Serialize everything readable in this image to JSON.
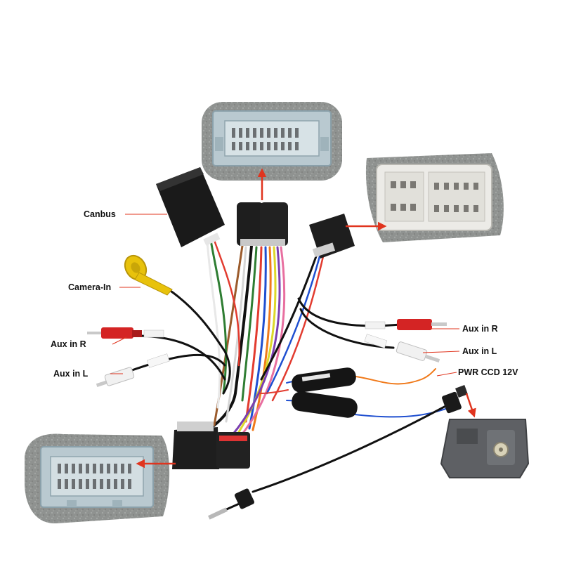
{
  "labels": {
    "canbus": "Canbus",
    "camera_in": "Camera-In",
    "aux_in_r_left": "Aux in R",
    "aux_in_l_left": "Aux in L",
    "aux_in_r_right": "Aux in R",
    "aux_in_l_right": "Aux in L",
    "pwr_ccd": "PWR CCD 12V"
  },
  "colors": {
    "background": "#ffffff",
    "foam": "#8f9290",
    "connector_face": "#b9c9d0",
    "connector_white": "#ecebe7",
    "connector_dark": "#5e6064",
    "plug_black": "#1e1e1e",
    "pointer": "#e0341e",
    "rca_red": "#d42424",
    "rca_white": "#f1f1f1",
    "rca_yellow": "#e8c20c"
  }
}
